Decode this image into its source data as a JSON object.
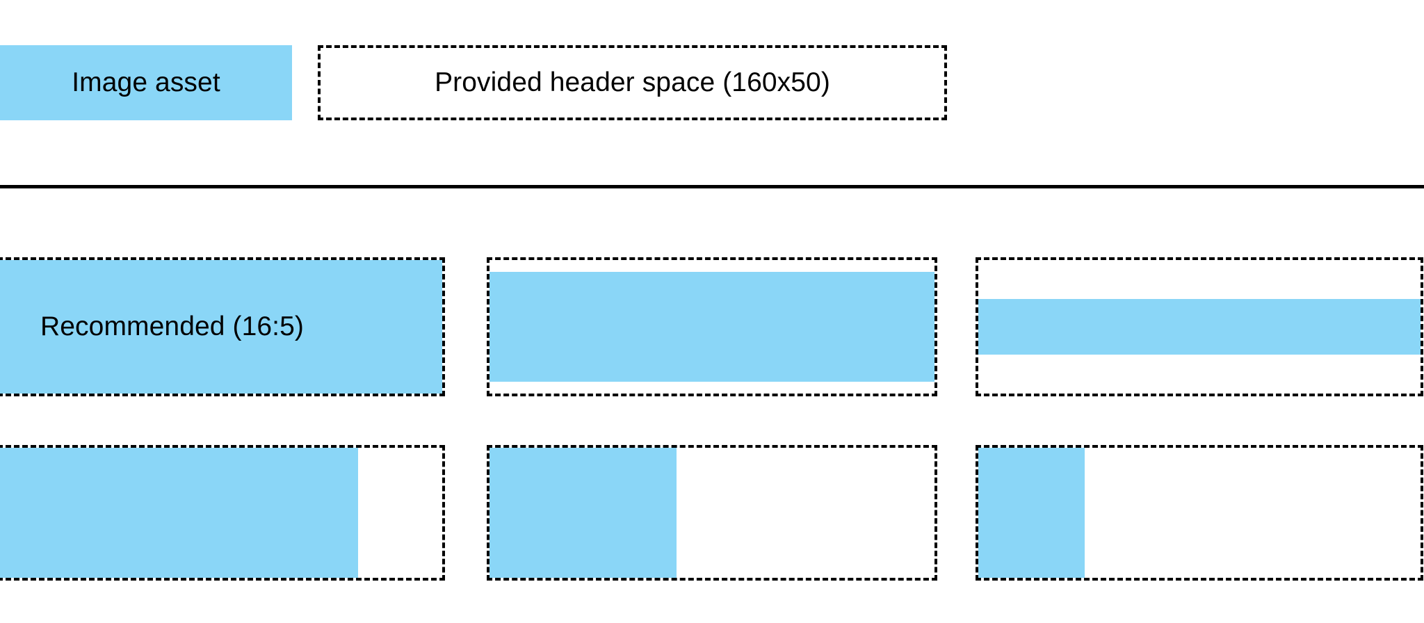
{
  "accent_color": "#8AD6F7",
  "border_color": "#000000",
  "background_color": "#FFFFFF",
  "header": {
    "image_asset_label": "Image asset",
    "provided_space_label": "Provided header space (160x50)",
    "provided_space_dimensions": "160x50"
  },
  "divider": {
    "present": true
  },
  "grid": {
    "rows": [
      {
        "name": "recommended-ratio-row",
        "cells": [
          {
            "id": "recommended-16-5",
            "label": "Recommended (16:5)",
            "fill_mode": "full",
            "fill_width_pct": 100,
            "fill_height_pct": 100
          },
          {
            "id": "wider-ratio",
            "label": "",
            "fill_mode": "vertical-inset",
            "fill_width_pct": 100,
            "fill_height_pct": 82
          },
          {
            "id": "widest-ratio",
            "label": "",
            "fill_mode": "vertical-inset",
            "fill_width_pct": 100,
            "fill_height_pct": 42
          }
        ]
      },
      {
        "name": "narrower-ratio-row",
        "cells": [
          {
            "id": "narrow-81",
            "label": "",
            "fill_mode": "horizontal-inset",
            "fill_width_pct": 81,
            "fill_height_pct": 100
          },
          {
            "id": "narrow-42",
            "label": "",
            "fill_mode": "horizontal-inset",
            "fill_width_pct": 42,
            "fill_height_pct": 100
          },
          {
            "id": "narrow-24",
            "label": "",
            "fill_mode": "horizontal-inset",
            "fill_width_pct": 24,
            "fill_height_pct": 100
          }
        ]
      }
    ]
  }
}
